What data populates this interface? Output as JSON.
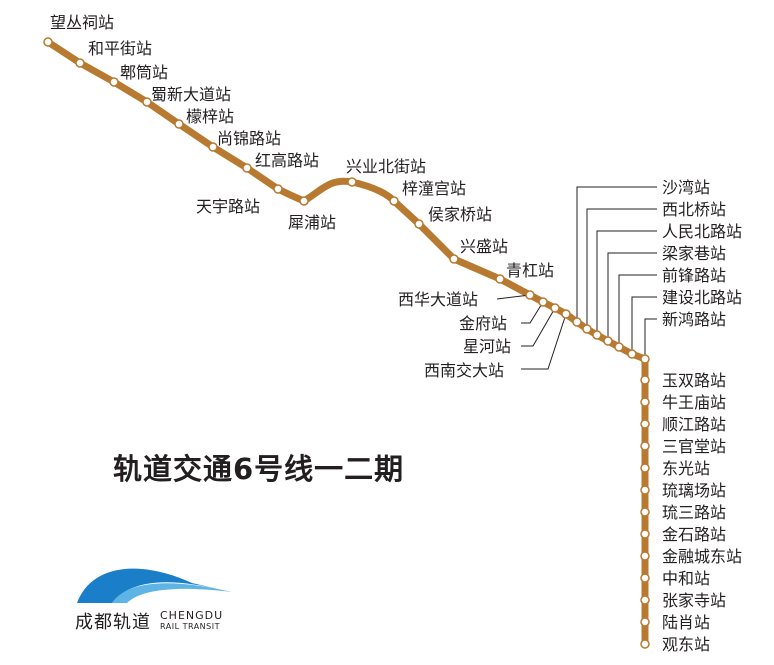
{
  "title": "轨道交通6号线一二期",
  "line_color": "#b87a30",
  "logo": {
    "cn": "成都轨道",
    "en_line1": "CHENGDU",
    "en_line2": "RAIL TRANSIT"
  },
  "stations": [
    "望丛祠站",
    "和平街站",
    "郫筒站",
    "蜀新大道站",
    "檬梓站",
    "尚锦路站",
    "红高路站",
    "天宇路站",
    "犀浦站",
    "兴业北街站",
    "梓潼宫站",
    "侯家桥站",
    "兴盛站",
    "青杠站",
    "西华大道站",
    "金府站",
    "星河站",
    "西南交大站",
    "沙湾站",
    "西北桥站",
    "人民北路站",
    "梁家巷站",
    "前锋路站",
    "建设北路站",
    "新鸿路站",
    "玉双路站",
    "牛王庙站",
    "顺江路站",
    "三官堂站",
    "东光站",
    "琉璃场站",
    "琉三路站",
    "金石路站",
    "金融城东站",
    "中和站",
    "张家寺站",
    "陆肖站",
    "观东站"
  ]
}
